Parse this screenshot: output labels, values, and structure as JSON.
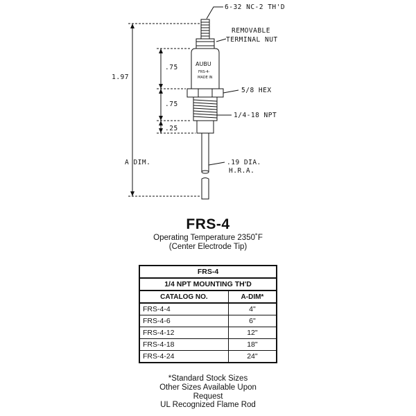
{
  "drawing": {
    "labels": {
      "thread_top": "6-32 NC-2 TH'D",
      "nut_line1": "REMOVABLE",
      "nut_line2": "TERMINAL NUT",
      "hex": "5/8 HEX",
      "npt": "1/4-18 NPT",
      "dia_line1": ".19 DIA.",
      "dia_line2": "H.R.A.",
      "dim_197": "1.97",
      "dim_75a": ".75",
      "dim_75b": ".75",
      "dim_25": ".25",
      "a_dim": "A DIM."
    },
    "body_text": {
      "line1": "AUBU",
      "line2": "FRS-4-",
      "line3": "MADE IN"
    }
  },
  "title": "FRS-4",
  "subtitle_line1": "Operating Temperature 2350˚F",
  "subtitle_line2": "(Center Electrode Tip)",
  "table": {
    "header1": "FRS-4",
    "header2": "1/4 NPT MOUNTING TH'D",
    "col_catalog": "CATALOG NO.",
    "col_adim": "A-DIM*",
    "rows": [
      {
        "catalog": "FRS-4-4",
        "adim": "4\""
      },
      {
        "catalog": "FRS-4-6",
        "adim": "6\""
      },
      {
        "catalog": "FRS-4-12",
        "adim": "12\""
      },
      {
        "catalog": "FRS-4-18",
        "adim": "18\""
      },
      {
        "catalog": "FRS-4-24",
        "adim": "24\""
      }
    ]
  },
  "notes": {
    "line1": "*Standard Stock Sizes",
    "line2": "Other Sizes Available Upon",
    "line3": "Request",
    "line4": "UL Recognized Flame Rod"
  }
}
